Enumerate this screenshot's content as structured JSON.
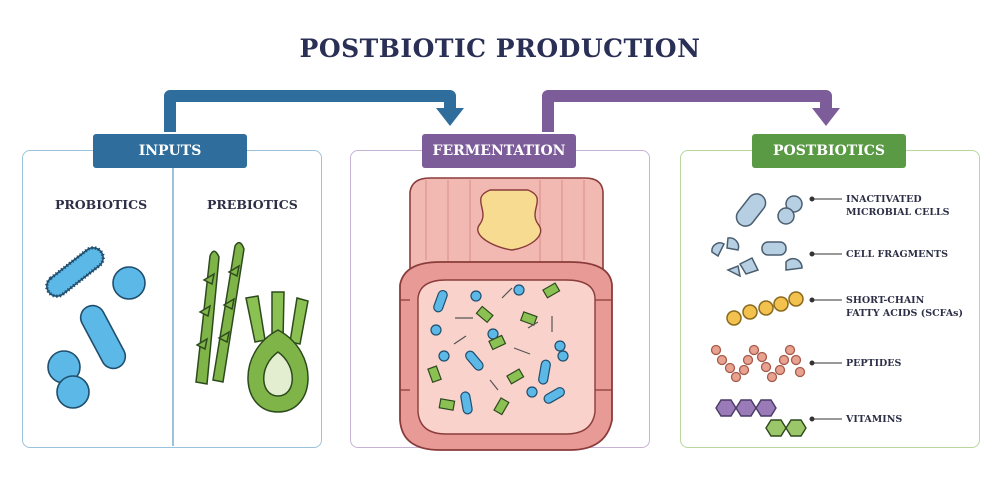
{
  "title": "POSTBIOTIC PRODUCTION",
  "inputs": {
    "badge": "INPUTS",
    "probiotics": "PROBIOTICS",
    "prebiotics": "PREBIOTICS"
  },
  "fermentation": {
    "badge": "FERMENTATION"
  },
  "postbiotics": {
    "badge": "POSTBIOTICS",
    "items": [
      {
        "line1": "INACTIVATED",
        "line2": "MICROBIAL CELLS"
      },
      {
        "line1": "CELL FRAGMENTS",
        "line2": ""
      },
      {
        "line1": "SHORT-CHAIN",
        "line2": "FATTY ACIDS (SCFAs)"
      },
      {
        "line1": "PEPTIDES",
        "line2": ""
      },
      {
        "line1": "VITAMINS",
        "line2": ""
      }
    ]
  },
  "colors": {
    "inputs": "#2f6e9c",
    "fermentation": "#7d5d99",
    "postbiotics": "#5a9a45",
    "bacteria": "#5cb8e6",
    "plant": "#7fb449",
    "tissue": "#e89a96"
  }
}
